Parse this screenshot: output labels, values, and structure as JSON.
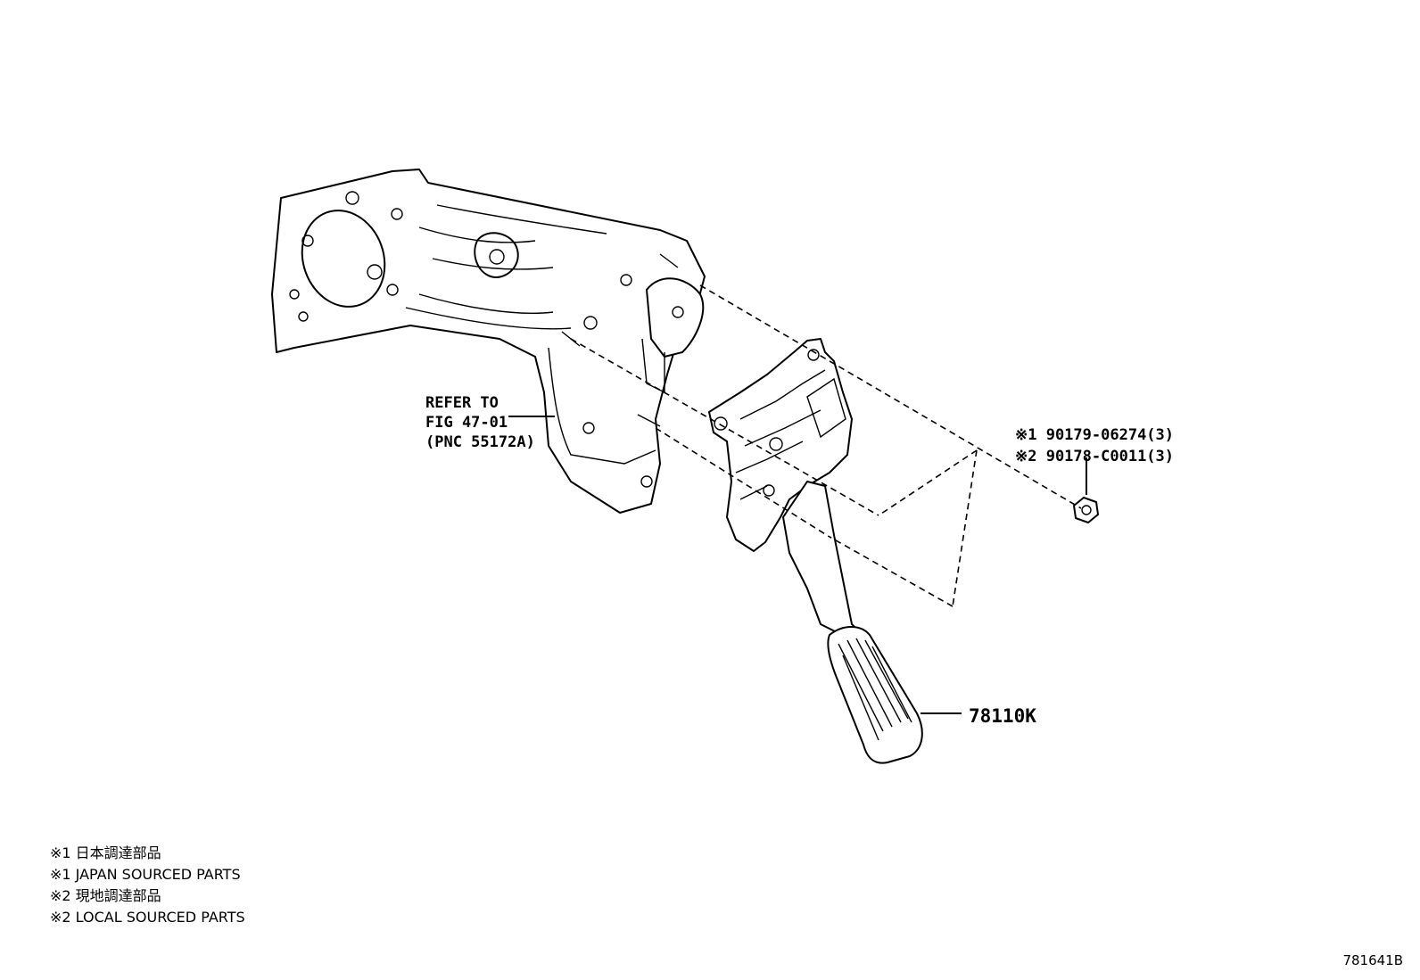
{
  "callouts": {
    "refer_line1": "REFER TO",
    "refer_line2": "FIG 47-01",
    "refer_line3": "(PNC 55172A)",
    "bolt_part_1": "※1 90179-06274(3)",
    "bolt_part_2": "※2 90178-C0011(3)",
    "pedal_part": "78110K"
  },
  "notes": [
    "※1 日本調達部品",
    "※1 JAPAN SOURCED PARTS",
    "※2 現地調達部品",
    "※2 LOCAL SOURCED PARTS"
  ],
  "figure_code": "781641B"
}
